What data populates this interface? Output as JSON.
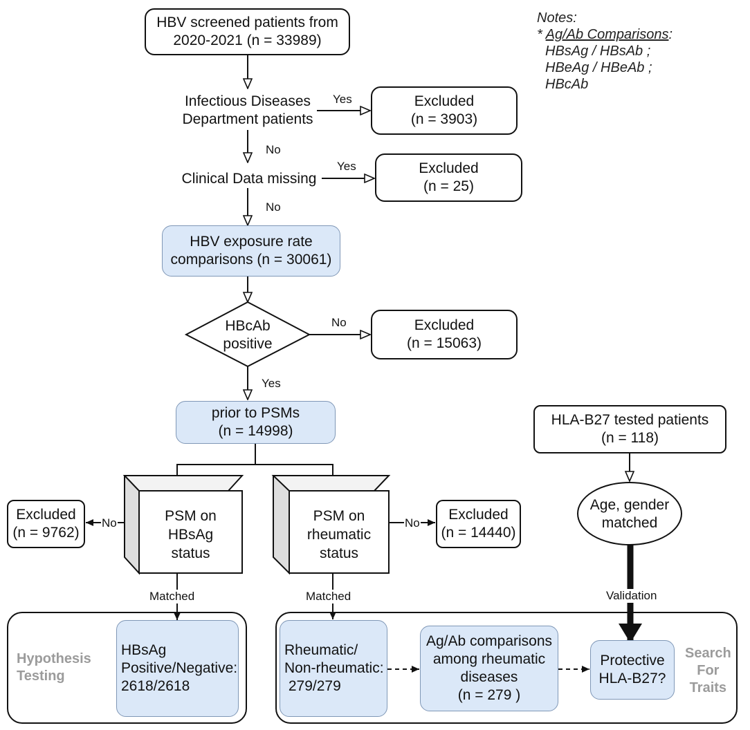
{
  "notes": {
    "title": "Notes:",
    "prefix": "* ",
    "heading": "Ag/Ab Comparisons",
    "heading_suffix": ":",
    "lines": [
      "HBsAg / HBsAb ;",
      "HBeAg / HBeAb ;",
      "HBcAb"
    ]
  },
  "nodes": {
    "screened": [
      "HBV screened patients from",
      "2020-2021 (n = 33989)"
    ],
    "infectious": [
      "Infectious Diseases",
      "Department patients"
    ],
    "excluded1": [
      "Excluded",
      "(n = 3903)"
    ],
    "missing": "Clinical Data missing",
    "excluded2": [
      "Excluded",
      "(n = 25)"
    ],
    "exposure": [
      "HBV exposure rate",
      "comparisons (n = 30061)"
    ],
    "hbcab": [
      "HBcAb",
      "positive"
    ],
    "excluded3": [
      "Excluded",
      "(n = 15063)"
    ],
    "prior": [
      "prior to PSMs",
      "(n = 14998)"
    ],
    "psm_hbsag": [
      "PSM on",
      "HBsAg",
      "status"
    ],
    "psm_rheum": [
      "PSM on",
      "rheumatic",
      "status"
    ],
    "excluded_left": [
      "Excluded",
      "(n = 9762)"
    ],
    "excluded_right": [
      "Excluded",
      "(n = 14440)"
    ],
    "hla_tested": [
      "HLA-B27 tested patients",
      "(n = 118)"
    ],
    "age_gender": [
      "Age, gender",
      "matched"
    ],
    "hbsag_result": [
      "HBsAg",
      "Positive/Negative:",
      "2618/2618"
    ],
    "rheum_result": [
      "Rheumatic/",
      "Non-rheumatic:",
      " 279/279"
    ],
    "agab": [
      "Ag/Ab comparisons",
      "among rheumatic",
      "diseases",
      "(n = 279 )"
    ],
    "protective": [
      "Protective",
      "HLA-B27?"
    ]
  },
  "edge_labels": {
    "yes1": "Yes",
    "no1": "No",
    "yes2": "Yes",
    "no2": "No",
    "no3": "No",
    "yes3": "Yes",
    "no_left": "No",
    "no_right": "No",
    "matched_left": "Matched",
    "matched_right": "Matched",
    "validation": "Validation"
  },
  "groups": {
    "hypothesis": [
      "Hypothesis",
      "Testing"
    ],
    "search": [
      "Search",
      "For",
      "Traits"
    ]
  },
  "colors": {
    "stroke": "#111111",
    "blue_fill": "#dbe8f8",
    "blue_stroke": "#7f97b6",
    "group_label": "#9b9b9b"
  }
}
